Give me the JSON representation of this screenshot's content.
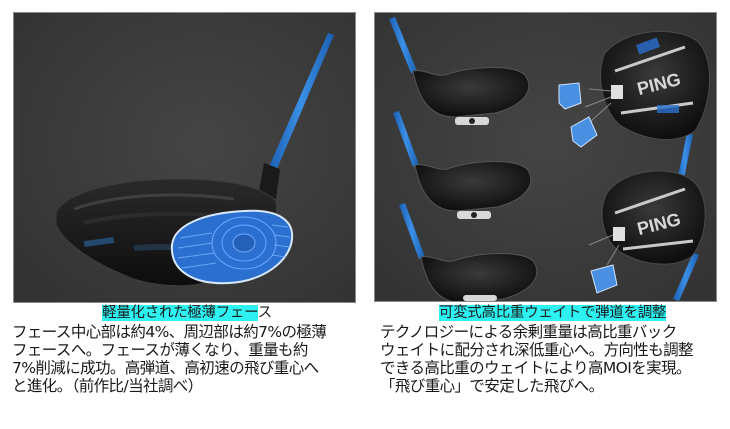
{
  "left_section": {
    "image": {
      "alt": "driver-face-cutaway",
      "colors": {
        "background": "#3a3a3a",
        "shaft": "#2f7fd6",
        "face_blueprint": "#2b6fd0",
        "head": "#161616"
      }
    },
    "heading": {
      "highlighted": "軽量化された極薄フェー",
      "rest": "ス"
    },
    "body": "フェース中心部は約4%、周辺部は約7%の極薄\nフェースへ。フェースが薄くなり、重量も約\n7%削減に成功。高弾道、高初速の飛び重心へ\nと進化。（前作比/当社調べ）"
  },
  "right_section": {
    "image": {
      "alt": "adjustable-weight-drivers",
      "brand_label_1": "PING",
      "brand_label_2": "PING",
      "colors": {
        "background": "#3a3a3a",
        "shaft": "#2f7fd6",
        "weight": "#4a90e2",
        "head": "#141414"
      }
    },
    "heading": {
      "highlighted": "可変式高比重ウェイトで弾道を調整",
      "rest": ""
    },
    "body": "テクノロジーによる余剰重量は高比重バック\nウェイトに配分され深低重心へ。方向性も調整\nできる高比重のウェイトにより高MOIを実現。\n「飛び重心」で安定した飛びへ。"
  },
  "highlight_color": "#2ef2f2"
}
